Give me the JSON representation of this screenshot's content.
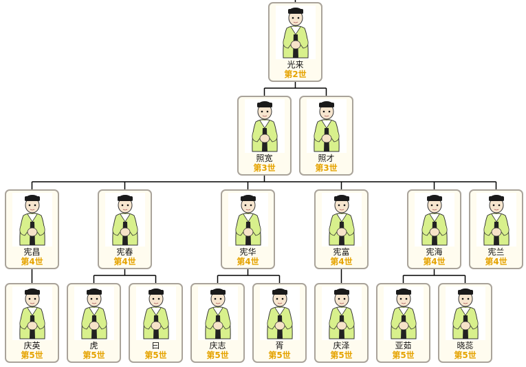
{
  "colors": {
    "card_bg": "#fffcef",
    "card_border": "#a9a39a",
    "generation_text": "#e5a300",
    "connector": "#000000",
    "robe": "#d8f08c",
    "sash": "#222222"
  },
  "icons": {
    "portrait": "ancestor-portrait-icon"
  },
  "tree": [
    {
      "id": "guanglai",
      "name": "光来",
      "generation": "第2世",
      "parent": null
    },
    {
      "id": "zhaokuan",
      "name": "照宽",
      "generation": "第3世",
      "parent": "guanglai"
    },
    {
      "id": "zhaocai",
      "name": "照才",
      "generation": "第3世",
      "parent": "guanglai"
    },
    {
      "id": "xianchang",
      "name": "宪昌",
      "generation": "第4世",
      "parent": "zhaokuan"
    },
    {
      "id": "xianchun",
      "name": "宪春",
      "generation": "第4世",
      "parent": "zhaokuan"
    },
    {
      "id": "xianhua",
      "name": "宪华",
      "generation": "第4世",
      "parent": "zhaokuan"
    },
    {
      "id": "xianfu",
      "name": "宪富",
      "generation": "第4世",
      "parent": "zhaokuan"
    },
    {
      "id": "xianhai",
      "name": "宪海",
      "generation": "第4世",
      "parent": "zhaokuan"
    },
    {
      "id": "xianlan",
      "name": "宪兰",
      "generation": "第4世",
      "parent": "zhaokuan"
    },
    {
      "id": "qingying",
      "name": "庆英",
      "generation": "第5世",
      "parent": "xianchang"
    },
    {
      "id": "hu",
      "name": "虎",
      "generation": "第5世",
      "parent": "xianchun"
    },
    {
      "id": "yue",
      "name": "曰",
      "generation": "第5世",
      "parent": "xianchun"
    },
    {
      "id": "qingzhi",
      "name": "庆志",
      "generation": "第5世",
      "parent": "xianhua"
    },
    {
      "id": "xu",
      "name": "胥",
      "generation": "第5世",
      "parent": "xianhua"
    },
    {
      "id": "qingze",
      "name": "庆泽",
      "generation": "第5世",
      "parent": "xianfu"
    },
    {
      "id": "yaru",
      "name": "亚茹",
      "generation": "第5世",
      "parent": "xianhai"
    },
    {
      "id": "xiaorui",
      "name": "晓蕊",
      "generation": "第5世",
      "parent": "xianhai"
    }
  ]
}
